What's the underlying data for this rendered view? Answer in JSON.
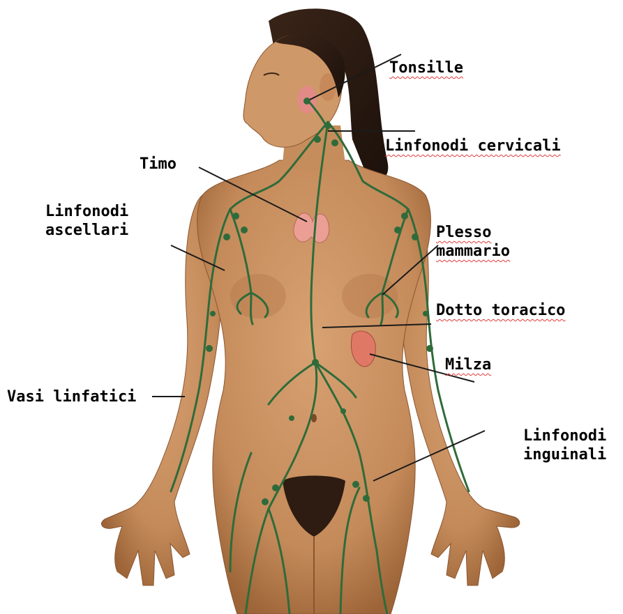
{
  "labels": {
    "tonsille": "Tonsille",
    "linfonodi_cervicali": "Linfonodi cervicali",
    "timo": "Timo",
    "linfonodi_ascellari": [
      "Linfonodi",
      "ascellari"
    ],
    "plesso_mammario": [
      "Plesso",
      "mammario"
    ],
    "dotto_toracico": "Dotto toracico",
    "milza": "Milza",
    "vasi_linfatici": "Vasi linfatici",
    "linfonodi_inguinali": [
      "Linfonodi",
      "inguinali"
    ]
  },
  "colors": {
    "skin": "#c98f5f",
    "skin_shadow": "#a86b40",
    "hair": "#2b1a12",
    "lymph": "#2f6b3a",
    "organ": "#e89a8a",
    "spleen": "#d86a5a",
    "leader_line": "#1a1a1a"
  }
}
